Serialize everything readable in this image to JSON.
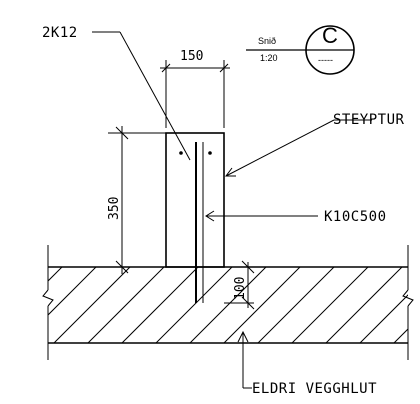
{
  "labels": {
    "rebar_top": "2K12",
    "width_dim": "150",
    "height_dim": "350",
    "embed_dim": "100",
    "concrete": "STEYPTUR",
    "stirrup": "K10C500",
    "old_wall": "ELDRI VEGGHLUT"
  },
  "section_tag": {
    "word": "Snið",
    "scale": "1:20",
    "letter": "C",
    "dashes": "-----"
  }
}
